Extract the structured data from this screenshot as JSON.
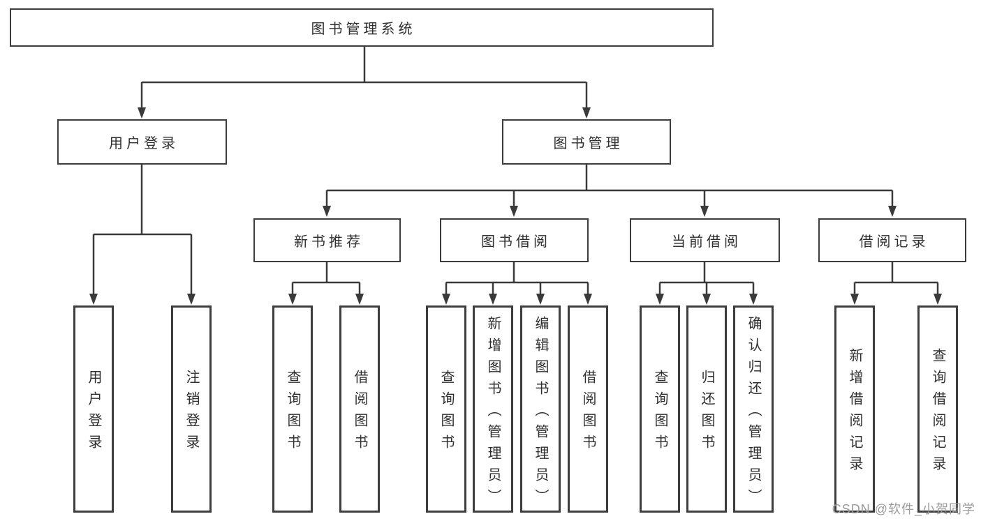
{
  "tree": {
    "root": "图书管理系统",
    "branches": [
      {
        "label": "用户登录",
        "children": [
          "用户登录",
          "注销登录"
        ]
      },
      {
        "label": "图书管理",
        "groups": [
          {
            "label": "新书推荐",
            "children": [
              "查询图书",
              "借阅图书"
            ]
          },
          {
            "label": "图书借阅",
            "children": [
              "查询图书",
              "新增图书（管理员）",
              "编辑图书（管理员）",
              "借阅图书"
            ]
          },
          {
            "label": "当前借阅",
            "children": [
              "查询图书",
              "归还图书",
              "确认归还（管理员）"
            ]
          },
          {
            "label": "借阅记录",
            "children": [
              "新增借阅记录",
              "查询借阅记录"
            ]
          }
        ]
      }
    ]
  },
  "watermark": "CSDN @软件_小贺同学",
  "colors": {
    "box_border": "#3d3d3d",
    "connector_line": "#3a3a3a",
    "text": "#2f2f2f",
    "watermark_text": "#9c9c9c",
    "background": "#ffffff"
  }
}
